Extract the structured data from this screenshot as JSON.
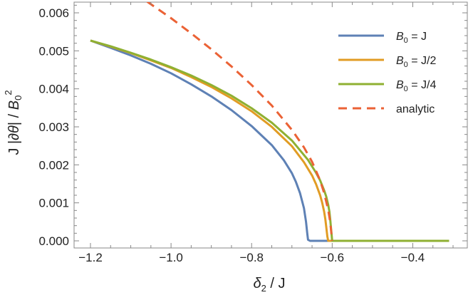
{
  "chart_data": {
    "type": "line",
    "title": "",
    "xlabel": "δ2 / J",
    "ylabel": "J |∂tθ| / B0^2",
    "xlim": [
      -1.2,
      -0.3
    ],
    "ylim": [
      0,
      0.0062
    ],
    "x_ticks": [
      "−1.2",
      "−1.0",
      "−0.8",
      "−0.6",
      "−0.4"
    ],
    "y_ticks": [
      "0.000",
      "0.001",
      "0.002",
      "0.003",
      "0.004",
      "0.005",
      "0.006"
    ],
    "legend_position": "top-right",
    "series": [
      {
        "name": "B0 = J",
        "color": "#5e81b5",
        "style": "solid",
        "x": [
          -1.2,
          -1.15,
          -1.1,
          -1.05,
          -1.0,
          -0.95,
          -0.9,
          -0.85,
          -0.8,
          -0.75,
          -0.72,
          -0.7,
          -0.69,
          -0.68,
          -0.67,
          -0.665,
          -0.662,
          -0.66,
          -0.655,
          -0.64,
          -0.6,
          -0.5,
          -0.4,
          -0.31
        ],
        "y": [
          0.00527,
          0.00508,
          0.00488,
          0.00466,
          0.00441,
          0.00412,
          0.0038,
          0.00344,
          0.00302,
          0.00252,
          0.00212,
          0.00178,
          0.00155,
          0.00126,
          0.00086,
          0.0005,
          0.0002,
          3e-05,
          0.0,
          0.0,
          0.0,
          0.0,
          0.0,
          0.0
        ]
      },
      {
        "name": "B0 = J/2",
        "color": "#e19c24",
        "style": "solid",
        "x": [
          -1.2,
          -1.15,
          -1.1,
          -1.05,
          -1.0,
          -0.95,
          -0.9,
          -0.85,
          -0.8,
          -0.75,
          -0.7,
          -0.67,
          -0.65,
          -0.64,
          -0.63,
          -0.625,
          -0.62,
          -0.617,
          -0.615,
          -0.612,
          -0.61,
          -0.6,
          -0.5,
          -0.4,
          -0.31
        ],
        "y": [
          0.00527,
          0.00511,
          0.00494,
          0.00475,
          0.00455,
          0.00431,
          0.00405,
          0.00375,
          0.00341,
          0.003,
          0.00249,
          0.00207,
          0.00172,
          0.00149,
          0.0012,
          0.00101,
          0.00077,
          0.00057,
          0.00038,
          0.00012,
          0.0,
          0.0,
          0.0,
          0.0,
          0.0
        ]
      },
      {
        "name": "B0 = J/4",
        "color": "#8fb032",
        "style": "solid",
        "x": [
          -1.2,
          -1.15,
          -1.1,
          -1.05,
          -1.0,
          -0.95,
          -0.9,
          -0.85,
          -0.8,
          -0.75,
          -0.7,
          -0.66,
          -0.64,
          -0.63,
          -0.62,
          -0.615,
          -0.61,
          -0.607,
          -0.605,
          -0.603,
          -0.6,
          -0.5,
          -0.4,
          -0.31
        ],
        "y": [
          0.00527,
          0.00512,
          0.00495,
          0.00477,
          0.00457,
          0.00435,
          0.0041,
          0.00382,
          0.00349,
          0.00311,
          0.00264,
          0.00213,
          0.00179,
          0.00159,
          0.00133,
          0.00117,
          0.00095,
          0.00077,
          0.00058,
          0.00035,
          0.0,
          0.0,
          0.0,
          0.0
        ]
      },
      {
        "name": "analytic",
        "color": "#eb6235",
        "style": "dashed",
        "x": [
          -1.06,
          -1.0,
          -0.95,
          -0.9,
          -0.85,
          -0.8,
          -0.75,
          -0.7,
          -0.67,
          -0.65,
          -0.63,
          -0.62,
          -0.61,
          -0.605,
          -0.6
        ],
        "y": [
          0.0063,
          0.00586,
          0.00546,
          0.00504,
          0.00459,
          0.0041,
          0.00356,
          0.00292,
          0.00246,
          0.00208,
          0.00159,
          0.00126,
          0.00082,
          0.0005,
          0.0
        ]
      }
    ]
  }
}
